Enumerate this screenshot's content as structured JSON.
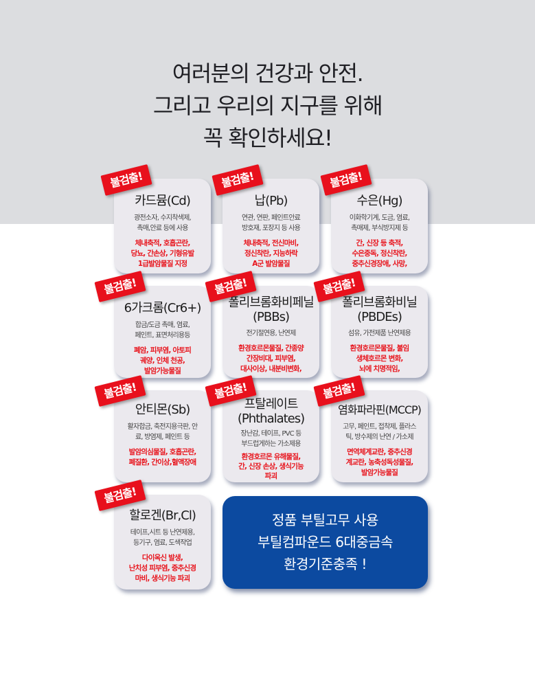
{
  "headline": {
    "line1": "여러분의 건강과 안전.",
    "line2": "그리고 우리의 지구를 위해",
    "line3": "꼭 확인하세요!"
  },
  "badge_text": "불검출!",
  "colors": {
    "accent_red": "#e8101c",
    "callout_blue": "#0c4aa0",
    "top_band": "#dcdde0"
  },
  "cards": [
    {
      "title": "카드뮴(Cd)",
      "use": [
        "광전소자, 수지착색제,",
        "촉매,안료 등에 사용"
      ],
      "effect": [
        "체내축적, 호흡곤란,",
        "당뇨, 간손상, 기형유발",
        "1급발암물질 지정"
      ]
    },
    {
      "title": "납(Pb)",
      "use": [
        "연관, 연판, 페인트안료",
        "방호재, 포장지 등 사용"
      ],
      "effect": [
        "체내축적, 전신마비,",
        "정신착란, 지능하락",
        "A군 발암물질"
      ]
    },
    {
      "title": "수은(Hg)",
      "use": [
        "이화학기계, 도금, 염료,",
        "촉매제, 부식방지제 등"
      ],
      "effect": [
        "간, 신장 등 축적,",
        "수은중독, 정신착란,",
        "중추신경장애, 사망,"
      ]
    },
    {
      "title": "6가크롬(Cr6+)",
      "use": [
        "합금/도금 촉매, 염료,",
        "페인트, 표면처리용등"
      ],
      "effect": [
        "폐암, 피부염, 아토피",
        "궤양, 인체 천공,",
        "발암가능물질"
      ]
    },
    {
      "title": [
        "폴리브롬화비페닐",
        "(PBBs)"
      ],
      "use": [
        "전기절연용, 난연제"
      ],
      "effect": [
        "환경호르몬물질, 간종양",
        "간장비대, 피부염,",
        "대사이상, 내분비변화,"
      ]
    },
    {
      "title": [
        "폴리브롬화비닐",
        "(PBDEs)"
      ],
      "use": [
        "섬유, 가전제품 난연제용"
      ],
      "effect": [
        "환경호르몬물질, 불임",
        "생체호르몬 변화,",
        "뇌에 치명적임,"
      ]
    },
    {
      "title": "안티몬(Sb)",
      "use": [
        "활자합금, 축전지용극판, 안",
        "료, 방염제, 페인트 등"
      ],
      "effect": [
        "발암의심물질, 호흡곤란,",
        "폐질환, 간이상,혈액장애"
      ]
    },
    {
      "title": [
        "프탈레이트",
        "(Phthalates)"
      ],
      "use": [
        "장난감, 테이프, PVC 등",
        "부드럽게하는 가소제용"
      ],
      "effect": [
        "환경호르몬 유해물질,",
        "간, 신장 손상, 생식기능",
        "파괴"
      ]
    },
    {
      "title": "염화파라핀(MCCP)",
      "use": [
        "고무, 페인트, 접착제, 플라스",
        "틱, 방수제의 난연 / 가소제"
      ],
      "effect": [
        "면역체계교란, 중추신경",
        "계교란, 농축성독성물질,",
        "발암가능물질"
      ]
    },
    {
      "title": "할로겐(Br,Cl)",
      "use": [
        "테이프,시트 등 난연제용,",
        "등기구, 염료, 도색작업"
      ],
      "effect": [
        "다이옥신 발생,",
        "난치성 피부염, 중추신경",
        "마비, 생식기능 파괴"
      ]
    }
  ],
  "callout": {
    "line1": "정품 부틸고무 사용",
    "line2": "부틸컴파운드 6대중금속",
    "line3": "환경기준충족 !"
  }
}
